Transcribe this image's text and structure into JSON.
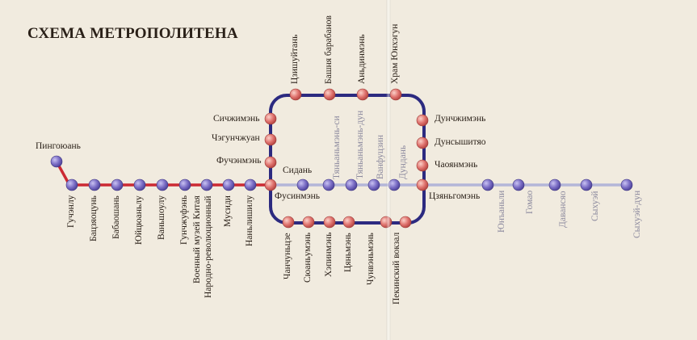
{
  "title": "СХЕМА МЕТРОПОЛИТЕНА",
  "colors": {
    "line1": "#cc2a33",
    "line1_faded": "#b4b6d8",
    "loop": "#2c2a80",
    "station_purple": "#7c6fc6",
    "station_red": "#e0746f"
  },
  "line1_west": [
    {
      "name": "Пингоюань",
      "icon": "station"
    },
    {
      "name": "Гучэнлу",
      "icon": "station"
    },
    {
      "name": "Бацзяоцунь",
      "icon": "station"
    },
    {
      "name": "Бабаошань",
      "icon": "station"
    },
    {
      "name": "Юйцюаньлу",
      "icon": "station"
    },
    {
      "name": "Ваньшоулу",
      "icon": "station"
    },
    {
      "name": "Гунчжуфэнь",
      "icon": "station"
    },
    {
      "name": "Военный музей Китая",
      "icon": "station"
    },
    {
      "name": "Народно-революционный",
      "icon": "station"
    },
    {
      "name": "Мусиди",
      "icon": "station"
    },
    {
      "name": "Наньлишилу",
      "icon": "station"
    }
  ],
  "line1_east": [
    {
      "name": "Сидань",
      "icon": "station"
    },
    {
      "name": "Тяньаньмэнь-си",
      "icon": "station"
    },
    {
      "name": "Тяньаньмэнь-дун",
      "icon": "station"
    },
    {
      "name": "Ванфуцзин",
      "icon": "station"
    },
    {
      "name": "Дундань",
      "icon": "station"
    },
    {
      "name": "Цзяньгомэнь",
      "icon": "station"
    },
    {
      "name": "Юнъаньли",
      "icon": "station"
    },
    {
      "name": "Гомао",
      "icon": "station"
    },
    {
      "name": "Давансяо",
      "icon": "station"
    },
    {
      "name": "Сыхуэй",
      "icon": "station"
    },
    {
      "name": "Сыхуэй-дун",
      "icon": "station"
    }
  ],
  "loop_top": [
    "Цзишуйтань",
    "Башня барабанов",
    "Аньдинмэнь",
    "Храм Юнхэгун"
  ],
  "loop_west": [
    "Сичжимэнь",
    "Чэгунчжуан",
    "Фучэнмэнь",
    "Фусинмэнь"
  ],
  "loop_east": [
    "Дунчжимэнь",
    "Дунсышитяо",
    "Чаоянмэнь"
  ],
  "loop_bottom": [
    "Чанчуньцзе",
    "Сюаньумэнь",
    "Хэпинмэнь",
    "Цяньмэнь",
    "Чунвэньмэнь",
    "Пекинский вокзал"
  ]
}
